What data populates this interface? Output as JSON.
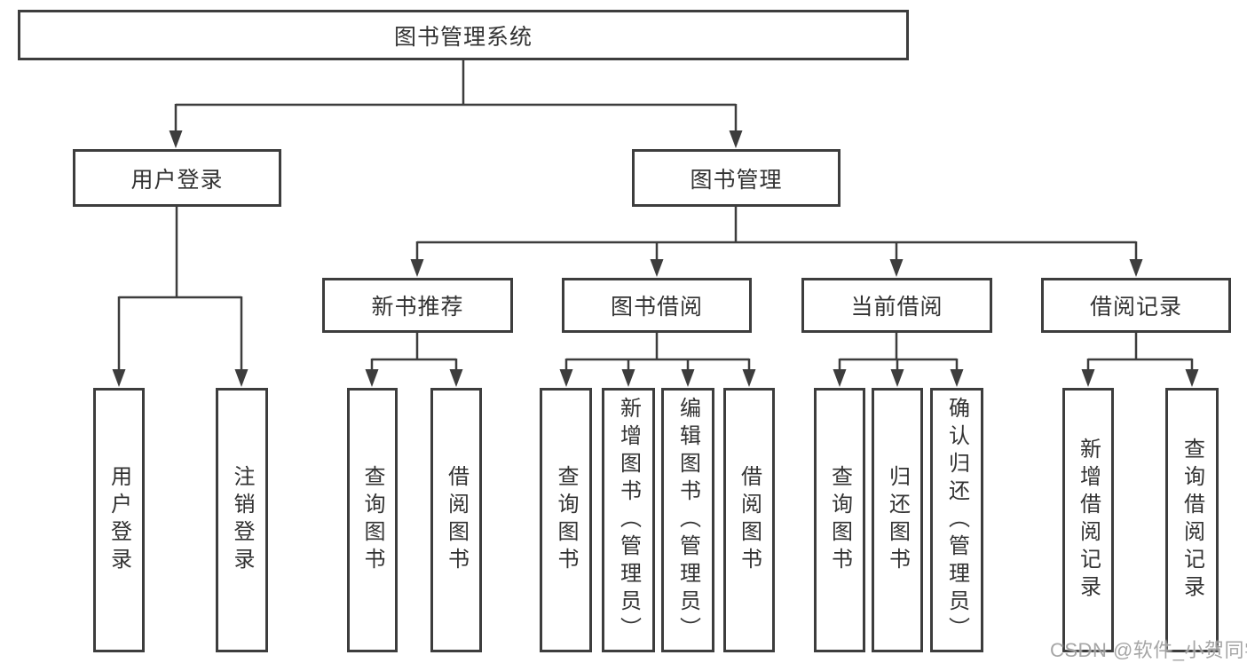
{
  "diagram_title": "图书管理系统",
  "tree": {
    "root": {
      "label": "图书管理系统"
    },
    "branches": [
      {
        "label": "用户登录",
        "children": [
          {
            "label": "用户登录"
          },
          {
            "label": "注销登录"
          }
        ]
      },
      {
        "label": "图书管理",
        "children": [
          {
            "label": "新书推荐",
            "children": [
              {
                "label": "查询图书"
              },
              {
                "label": "借阅图书"
              }
            ]
          },
          {
            "label": "图书借阅",
            "children": [
              {
                "label": "查询图书"
              },
              {
                "label": "新增图书（管理员）"
              },
              {
                "label": "编辑图书（管理员）"
              },
              {
                "label": "借阅图书"
              }
            ]
          },
          {
            "label": "当前借阅",
            "children": [
              {
                "label": "查询图书"
              },
              {
                "label": "归还图书"
              },
              {
                "label": "确认归还（管理员）"
              }
            ]
          },
          {
            "label": "借阅记录",
            "children": [
              {
                "label": "新增借阅记录"
              },
              {
                "label": "查询借阅记录"
              }
            ]
          }
        ]
      }
    ]
  },
  "watermark": {
    "text": "CSDN @软件_小贺同学"
  },
  "colors": {
    "line": "#3d3d3d",
    "text": "#333333",
    "background": "#ffffff",
    "watermark": "#969696"
  }
}
